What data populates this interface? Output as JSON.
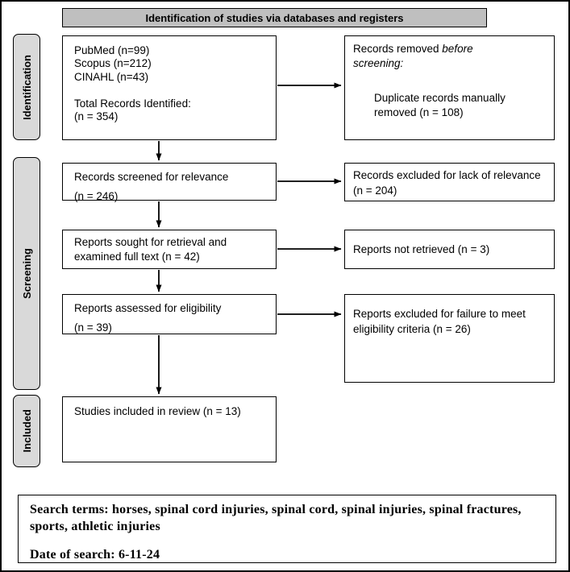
{
  "header": {
    "title": "Identification of studies via databases and registers"
  },
  "stages": {
    "identification": "Identification",
    "screening": "Screening",
    "included": "Included"
  },
  "flow": {
    "records_identified": "PubMed (n=99)\nScopus (n=212)\nCINAHL (n=43)\n\nTotal Records Identified:\n(n = 354)",
    "records_removed_prefix": "Records removed ",
    "records_removed_italic": "before\nscreening:",
    "records_removed_detail": "Duplicate records manually removed (n = 108)",
    "records_screened": "Records screened for relevance\n(n = 246)",
    "records_excluded": "Records excluded for lack of relevance (n = 204)",
    "reports_sought": "Reports sought for retrieval and examined full text (n = 42)",
    "reports_not_retrieved": "Reports not retrieved (n = 3)",
    "reports_assessed": "Reports assessed for eligibility\n(n = 39)",
    "reports_excluded": "Reports excluded for failure to meet eligibility criteria (n = 26)",
    "studies_included": "Studies included in review (n = 13)"
  },
  "footer": {
    "search_terms": "Search terms: horses, spinal cord injuries, spinal cord, spinal injuries, spinal fractures, sports, athletic injuries",
    "date": "Date of search: 6-11-24"
  },
  "colors": {
    "header_bg": "#bfbfbf",
    "stage_bg": "#d9d9d9",
    "border": "#000000",
    "box_bg": "#ffffff"
  }
}
